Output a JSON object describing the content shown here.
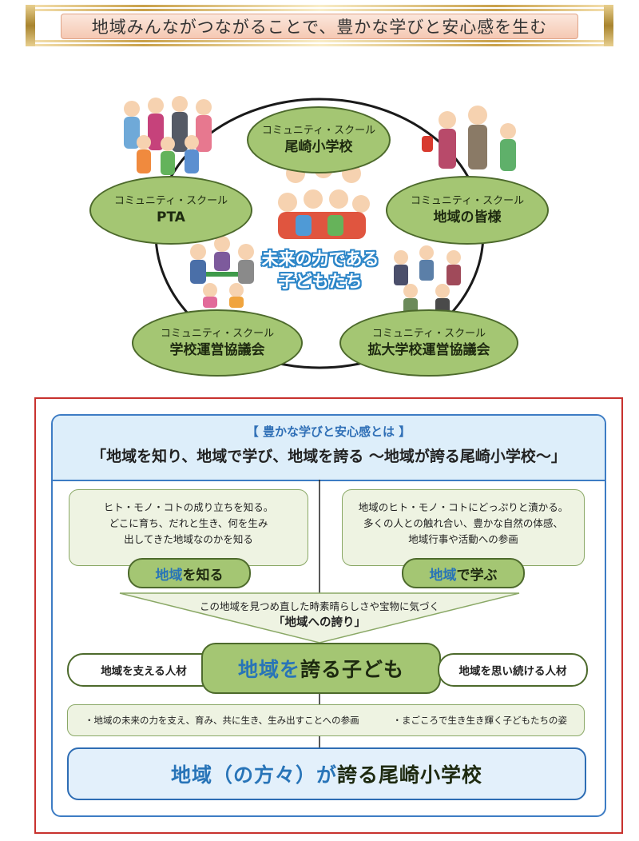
{
  "banner": {
    "title": "地域みんながつながることで、豊かな学びと安心感を生む"
  },
  "community": {
    "center_label_lines": [
      "未来の力である",
      "子どもたち"
    ],
    "nodes": [
      {
        "id": "school",
        "sub": "コミュニティ・スクール",
        "main": "尾崎小学校"
      },
      {
        "id": "pta",
        "sub": "コミュニティ・スクール",
        "main": "PTA"
      },
      {
        "id": "region",
        "sub": "コミュニティ・スクール",
        "main": "地域の皆様"
      },
      {
        "id": "council",
        "sub": "コミュニティ・スクール",
        "main": "学校運営協議会"
      },
      {
        "id": "expanded",
        "sub": "コミュニティ・スクール",
        "main": "拡大学校運営協議会"
      }
    ]
  },
  "panel": {
    "heading_sub": "【 豊かな学びと安心感とは 】",
    "heading_main": "「地域を知り、地域で学び、地域を誇る ～地域が誇る尾崎小学校～」",
    "left_box_lines": [
      "ヒト・モノ・コトの成り立ちを知る。",
      "どこに育ち、だれと生き、何を生み",
      "出してきた地域なのかを知る"
    ],
    "right_box_lines": [
      "地域のヒト・モノ・コトにどっぷりと漬かる。",
      "多くの人との触れ合い、豊かな自然の体感、",
      "地域行事や活動への参画"
    ],
    "left_pill": {
      "a": "地域",
      "b": "を",
      "c": "知る"
    },
    "right_pill": {
      "a": "地域",
      "b": "で",
      "c": "学ぶ"
    },
    "funnel_small": "この地域を見つめ直した時素晴らしさや宝物に気づく",
    "funnel_big": "「地域への誇り」",
    "center": {
      "a": "地域",
      "b": "を",
      "c": "誇る子ども"
    },
    "side_left": "地域を支える人材",
    "side_right": "地域を思い続ける人材",
    "bullets": [
      "・地域の未来の力を支え、育み、共に生き、生み出すことへの参画",
      "・まごころで生き生き輝く子どもたちの姿"
    ],
    "bottom": {
      "a": "地域（の方々）が",
      "b": "誇る尾崎小学校"
    }
  }
}
